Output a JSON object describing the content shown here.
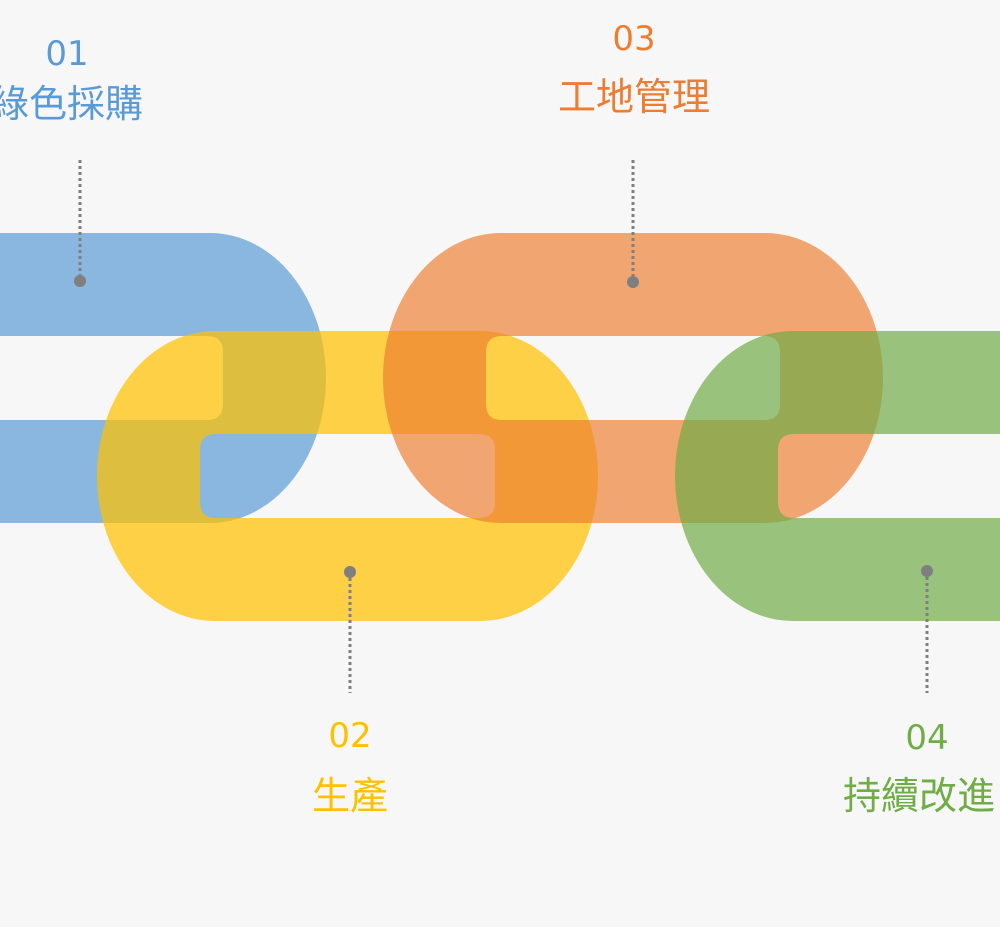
{
  "steps": [
    {
      "number": "01",
      "title": "綠色採購",
      "color": "#5b9bd5"
    },
    {
      "number": "02",
      "title": "生產",
      "color": "#ffc000"
    },
    {
      "number": "03",
      "title": "工地管理",
      "color": "#ed7d31"
    },
    {
      "number": "04",
      "title": "持續改進",
      "color": "#70ad47"
    }
  ],
  "connector_color": "#7f7f7f"
}
